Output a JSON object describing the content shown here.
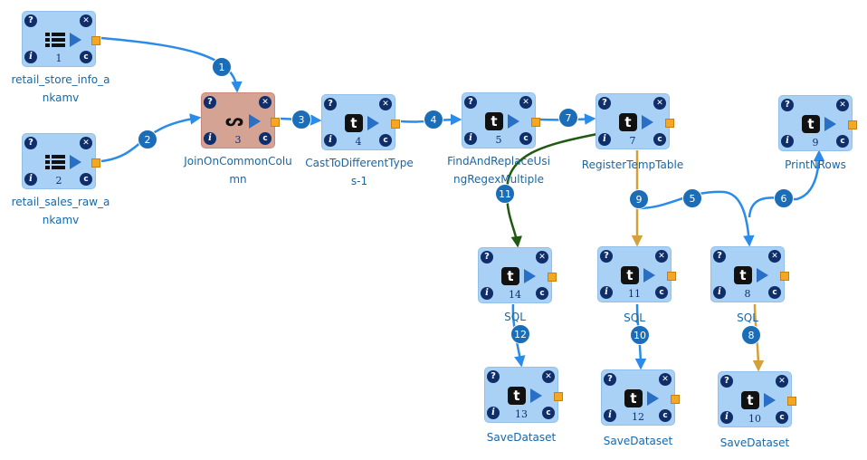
{
  "colors": {
    "node_fill": "#a9d1f5",
    "join_fill": "#d5a394",
    "edge_blue": "#2a8be8",
    "edge_green": "#1e5a10",
    "edge_gold": "#d4a03c",
    "badge": "#1c6db8",
    "label": "#1767a8",
    "port": "#f5a623"
  },
  "nodes": [
    {
      "id": "n1",
      "num": "1",
      "label_lines": [
        "retail_store_info_a",
        "nkamv"
      ],
      "icon": "list-icon",
      "kind": "read"
    },
    {
      "id": "n2",
      "num": "2",
      "label_lines": [
        "retail_sales_raw_a",
        "nkamv"
      ],
      "icon": "list-icon",
      "kind": "read"
    },
    {
      "id": "n3",
      "num": "3",
      "label_lines": [
        "JoinOnCommonColu",
        "mn"
      ],
      "icon": "join-icon",
      "kind": "join"
    },
    {
      "id": "n4",
      "num": "4",
      "label_lines": [
        "CastToDifferentType",
        "s-1"
      ],
      "icon": "t-icon",
      "kind": "transform"
    },
    {
      "id": "n5",
      "num": "5",
      "label_lines": [
        "FindAndReplaceUsi",
        "ngRegexMultiple"
      ],
      "icon": "t-icon",
      "kind": "transform"
    },
    {
      "id": "n7",
      "num": "7",
      "label_lines": [
        "RegisterTempTable"
      ],
      "icon": "t-icon",
      "kind": "transform"
    },
    {
      "id": "n9",
      "num": "9",
      "label_lines": [
        "PrintNRows"
      ],
      "icon": "t-icon",
      "kind": "transform"
    },
    {
      "id": "n14",
      "num": "14",
      "label_lines": [
        "SQL"
      ],
      "icon": "t-icon",
      "kind": "transform"
    },
    {
      "id": "n11",
      "num": "11",
      "label_lines": [
        "SQL"
      ],
      "icon": "t-icon",
      "kind": "transform"
    },
    {
      "id": "n8",
      "num": "8",
      "label_lines": [
        "SQL"
      ],
      "icon": "t-icon",
      "kind": "transform"
    },
    {
      "id": "n13",
      "num": "13",
      "label_lines": [
        "SaveDataset"
      ],
      "icon": "t-icon",
      "kind": "transform"
    },
    {
      "id": "n12",
      "num": "12",
      "label_lines": [
        "SaveDataset"
      ],
      "icon": "t-icon",
      "kind": "transform"
    },
    {
      "id": "n10",
      "num": "10",
      "label_lines": [
        "SaveDataset"
      ],
      "icon": "t-icon",
      "kind": "transform"
    }
  ],
  "corner_glyphs": {
    "help": "?",
    "close": "✕",
    "info": "i",
    "config": "c"
  },
  "edges": [
    {
      "badge": "1",
      "from": "n1",
      "to": "n3",
      "color": "blue"
    },
    {
      "badge": "2",
      "from": "n2",
      "to": "n3",
      "color": "blue"
    },
    {
      "badge": "3",
      "from": "n3",
      "to": "n4",
      "color": "blue"
    },
    {
      "badge": "4",
      "from": "n4",
      "to": "n5",
      "color": "blue"
    },
    {
      "badge": "7",
      "from": "n5",
      "to": "n7",
      "color": "blue"
    },
    {
      "badge": "11",
      "from": "n7",
      "to": "n14",
      "color": "green"
    },
    {
      "badge": "9",
      "from": "n7",
      "to": "n11",
      "color": "gold"
    },
    {
      "badge": "5",
      "from": "n7",
      "to": "n8",
      "color": "blue"
    },
    {
      "badge": "6",
      "from": "n8",
      "to": "n9",
      "color": "blue"
    },
    {
      "badge": "12",
      "from": "n14",
      "to": "n13",
      "color": "blue"
    },
    {
      "badge": "10",
      "from": "n11",
      "to": "n12",
      "color": "blue"
    },
    {
      "badge": "8",
      "from": "n8",
      "to": "n10",
      "color": "gold"
    }
  ]
}
